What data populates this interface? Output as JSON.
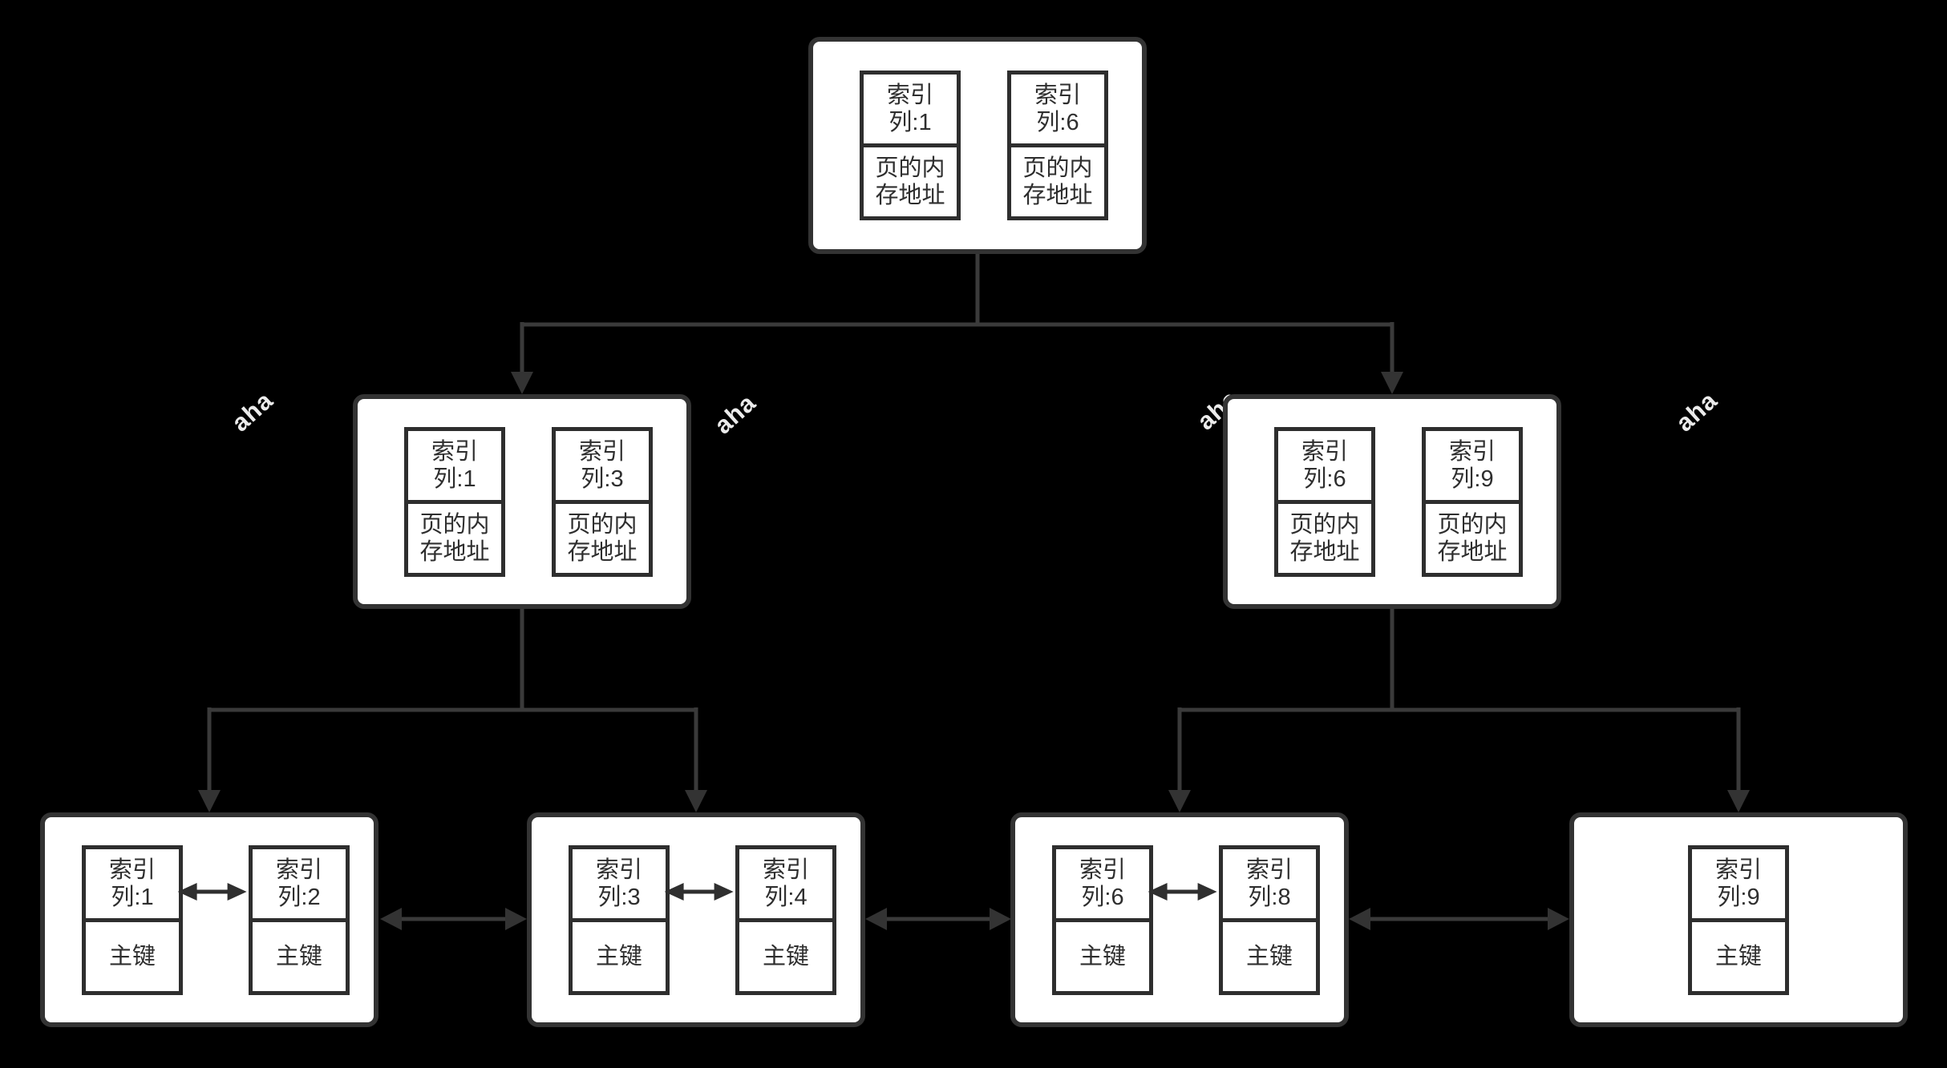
{
  "diagram": {
    "description_colors": {
      "background": "#000000",
      "node_fill": "#ffffff",
      "node_border": "#333333",
      "connector": "#3a3a3a",
      "text": "#2e2e2e",
      "watermark": "#ebebeb"
    }
  },
  "watermark": {
    "text": "aha"
  },
  "labels": {
    "index_key": "索引",
    "page_address": "页的内存地址",
    "primary_key": "主键"
  },
  "nodes": {
    "root": {
      "cells": [
        {
          "top": "索引\n列:1",
          "bottom": "页的内\n存地址"
        },
        {
          "top": "索引\n列:6",
          "bottom": "页的内\n存地址"
        }
      ]
    },
    "mid_left": {
      "cells": [
        {
          "top": "索引\n列:1",
          "bottom": "页的内\n存地址"
        },
        {
          "top": "索引\n列:3",
          "bottom": "页的内\n存地址"
        }
      ]
    },
    "mid_right": {
      "cells": [
        {
          "top": "索引\n列:6",
          "bottom": "页的内\n存地址"
        },
        {
          "top": "索引\n列:9",
          "bottom": "页的内\n存地址"
        }
      ]
    },
    "leaf1": {
      "cells": [
        {
          "top": "索引\n列:1",
          "bottom": "主键"
        },
        {
          "top": "索引\n列:2",
          "bottom": "主键"
        }
      ]
    },
    "leaf2": {
      "cells": [
        {
          "top": "索引\n列:3",
          "bottom": "主键"
        },
        {
          "top": "索引\n列:4",
          "bottom": "主键"
        }
      ]
    },
    "leaf3": {
      "cells": [
        {
          "top": "索引\n列:6",
          "bottom": "主键"
        },
        {
          "top": "索引\n列:8",
          "bottom": "主键"
        }
      ]
    },
    "leaf4": {
      "cells": [
        {
          "top": "索引\n列:9",
          "bottom": "主键"
        }
      ]
    }
  }
}
